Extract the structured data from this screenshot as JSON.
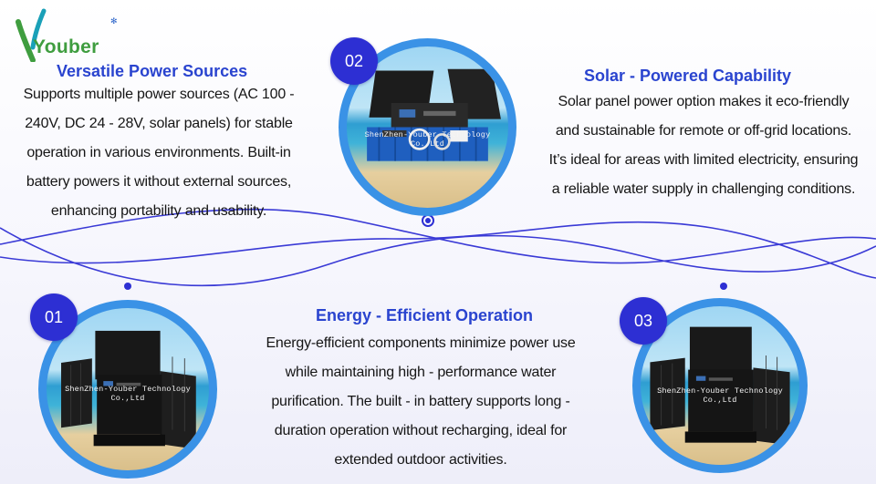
{
  "brand": {
    "name": "Youber",
    "accent_color": "#2a44cf",
    "ring_color": "#3a92e6",
    "badge_color": "#2d2fd3"
  },
  "sections": {
    "versatile": {
      "title": "Versatile Power Sources",
      "lines": [
        "Supports multiple power sources (AC 100 -",
        "240V, DC 24 - 28V, solar panels) for stable",
        "operation in various environments. Built-in",
        "battery powers it without external sources,",
        "enhancing portability and usability."
      ]
    },
    "solar": {
      "title": "Solar - Powered Capability",
      "lines": [
        "Solar panel power option makes it eco-friendly",
        "and sustainable for remote or off-grid locations.",
        "It’s ideal for areas with limited electricity, ensuring",
        "a reliable water supply in challenging conditions."
      ]
    },
    "energy": {
      "title": "Energy - Efficient Operation",
      "lines": [
        "Energy-efficient components minimize power use",
        "while maintaining high - performance water",
        "purification. The built - in battery supports long -",
        "duration operation without recharging, ideal for",
        "extended outdoor activities."
      ]
    }
  },
  "badges": {
    "b01": "01",
    "b02": "02",
    "b03": "03"
  },
  "photos": {
    "p01": {
      "watermark": "ShenZhen-Youber Technology Co.,Ltd",
      "icon": "purifier-case-solar-panels-icon"
    },
    "p02": {
      "watermark": "ShenZhen-Youber Technology Co.,Ltd",
      "icon": "purifier-case-open-with-accessories-icon"
    },
    "p03": {
      "watermark": "ShenZhen-Youber Technology Co.,Ltd",
      "icon": "purifier-case-solar-panels-icon"
    }
  }
}
